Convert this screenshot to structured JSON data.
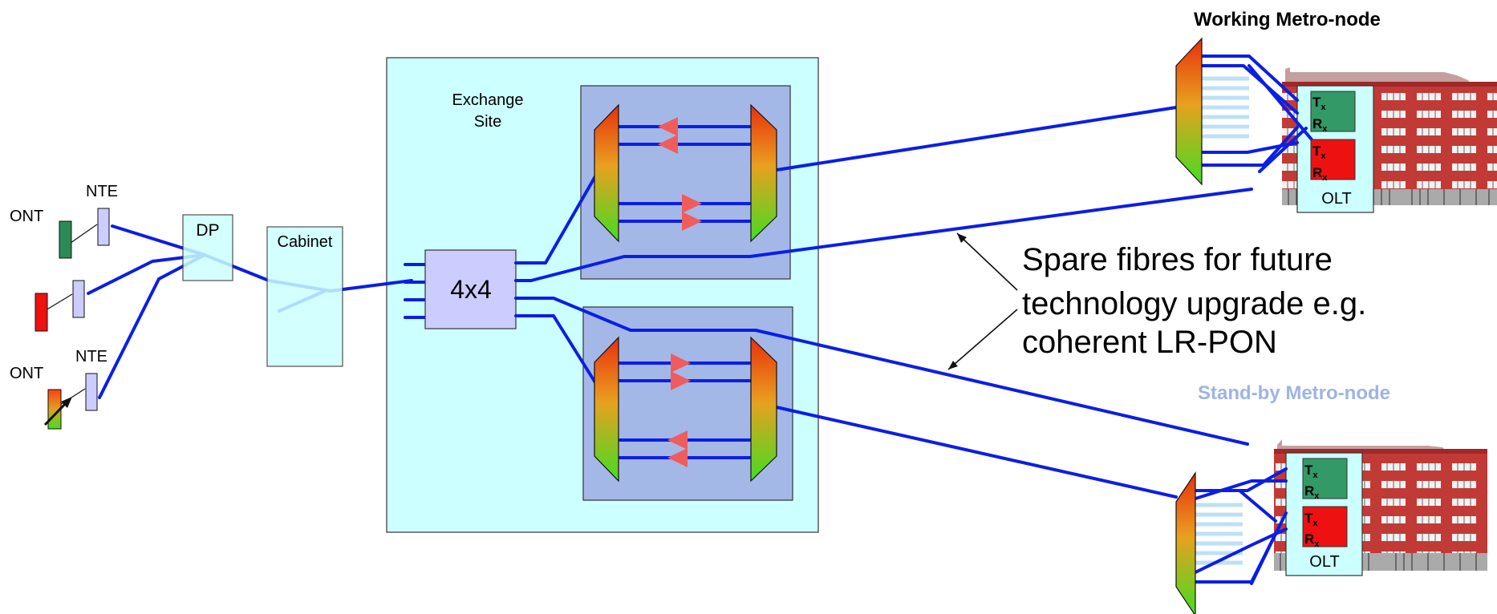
{
  "labels": {
    "ont_top": "ONT",
    "nte_top": "NTE",
    "ont_bottom": "ONT",
    "nte_bottom": "NTE",
    "dp": "DP",
    "cabinet": "Cabinet",
    "exchange_line1": "Exchange",
    "exchange_line2": "Site",
    "splitter": "4x4",
    "working_metro": "Working Metro-node",
    "standby_metro": "Stand-by Metro-node",
    "olt_top": "OLT",
    "olt_bottom": "OLT",
    "tx": "T",
    "rx": "R",
    "sub_x": "x",
    "spare_line1": "Spare fibres for future",
    "spare_line2": "technology upgrade e.g.",
    "spare_line3": "coherent LR-PON"
  },
  "colors": {
    "fibre": "#0b1ee6",
    "exchange_bg": "#ccffff",
    "amp_box": "#a4b8e8",
    "amplifier": "#f05c5c",
    "tx_green": "#339966",
    "rx_red": "#ee1111",
    "standby_text": "#9db4e4",
    "building": "#c23a36"
  }
}
